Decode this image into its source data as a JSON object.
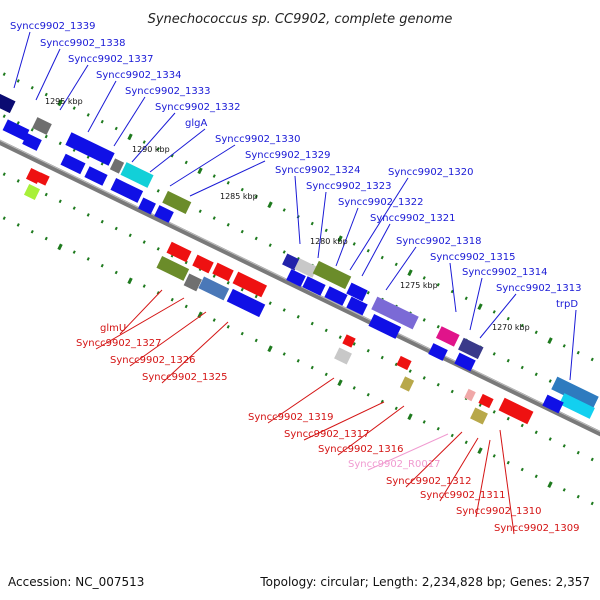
{
  "title": "Synechococcus sp. CC9902, complete genome",
  "footer": {
    "accession": "Accession: NC_007513",
    "topology": "Topology: circular; Length: 2,234,828 bp; Genes: 2,357"
  },
  "colors": {
    "forward_label": "#1a1ad6",
    "reverse_label": "#d41414",
    "rna_label": "#f09ad0",
    "backbone": "#7a7a7a",
    "tick": "#1e7a1e"
  },
  "ticks": [
    "1295 kbp",
    "1290 kbp",
    "1285 kbp",
    "1280 kbp",
    "1275 kbp",
    "1270 kbp"
  ],
  "forward_labels": [
    "Syncc9902_1339",
    "Syncc9902_1338",
    "Syncc9902_1337",
    "Syncc9902_1334",
    "Syncc9902_1333",
    "Syncc9902_1332",
    "glgA",
    "Syncc9902_1330",
    "Syncc9902_1329",
    "Syncc9902_1324",
    "Syncc9902_1323",
    "Syncc9902_1322",
    "Syncc9902_1320",
    "Syncc9902_1321",
    "Syncc9902_1318",
    "Syncc9902_1315",
    "Syncc9902_1314",
    "Syncc9902_1313",
    "trpD"
  ],
  "reverse_labels": [
    "glmU",
    "Syncc9902_1327",
    "Syncc9902_1326",
    "Syncc9902_1325",
    "Syncc9902_1319",
    "Syncc9902_1317",
    "Syncc9902_1316",
    "Syncc9902_1312",
    "Syncc9902_1311",
    "Syncc9902_1310",
    "Syncc9902_1309"
  ],
  "rna_labels": [
    "Syncc9902_R0017"
  ]
}
